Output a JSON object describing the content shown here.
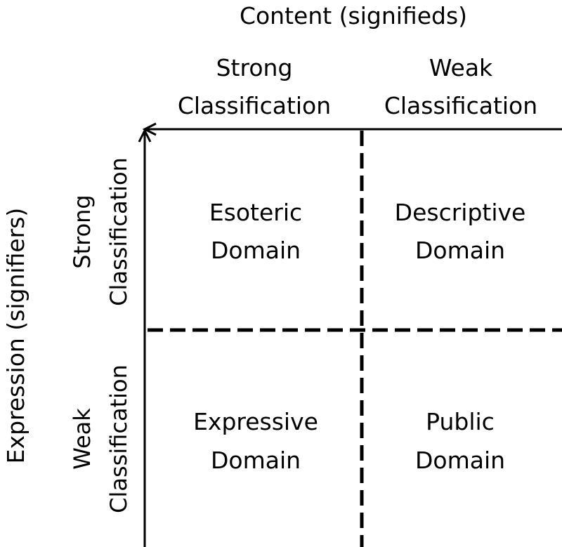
{
  "axes": {
    "content_title": "Content (signifieds)",
    "expression_title": "Expression (signifiers)"
  },
  "columns": [
    {
      "line1": "Strong",
      "line2": "Classification"
    },
    {
      "line1": "Weak",
      "line2": "Classification"
    }
  ],
  "rows": [
    {
      "line1": "Strong",
      "line2": "Classification"
    },
    {
      "line1": "Weak",
      "line2": "Classification"
    }
  ],
  "cells": {
    "top_left": {
      "line1": "Esoteric",
      "line2": "Domain"
    },
    "top_right": {
      "line1": "Descriptive",
      "line2": "Domain"
    },
    "bottom_left": {
      "line1": "Expressive",
      "line2": "Domain"
    },
    "bottom_right": {
      "line1": "Public",
      "line2": "Domain"
    }
  }
}
